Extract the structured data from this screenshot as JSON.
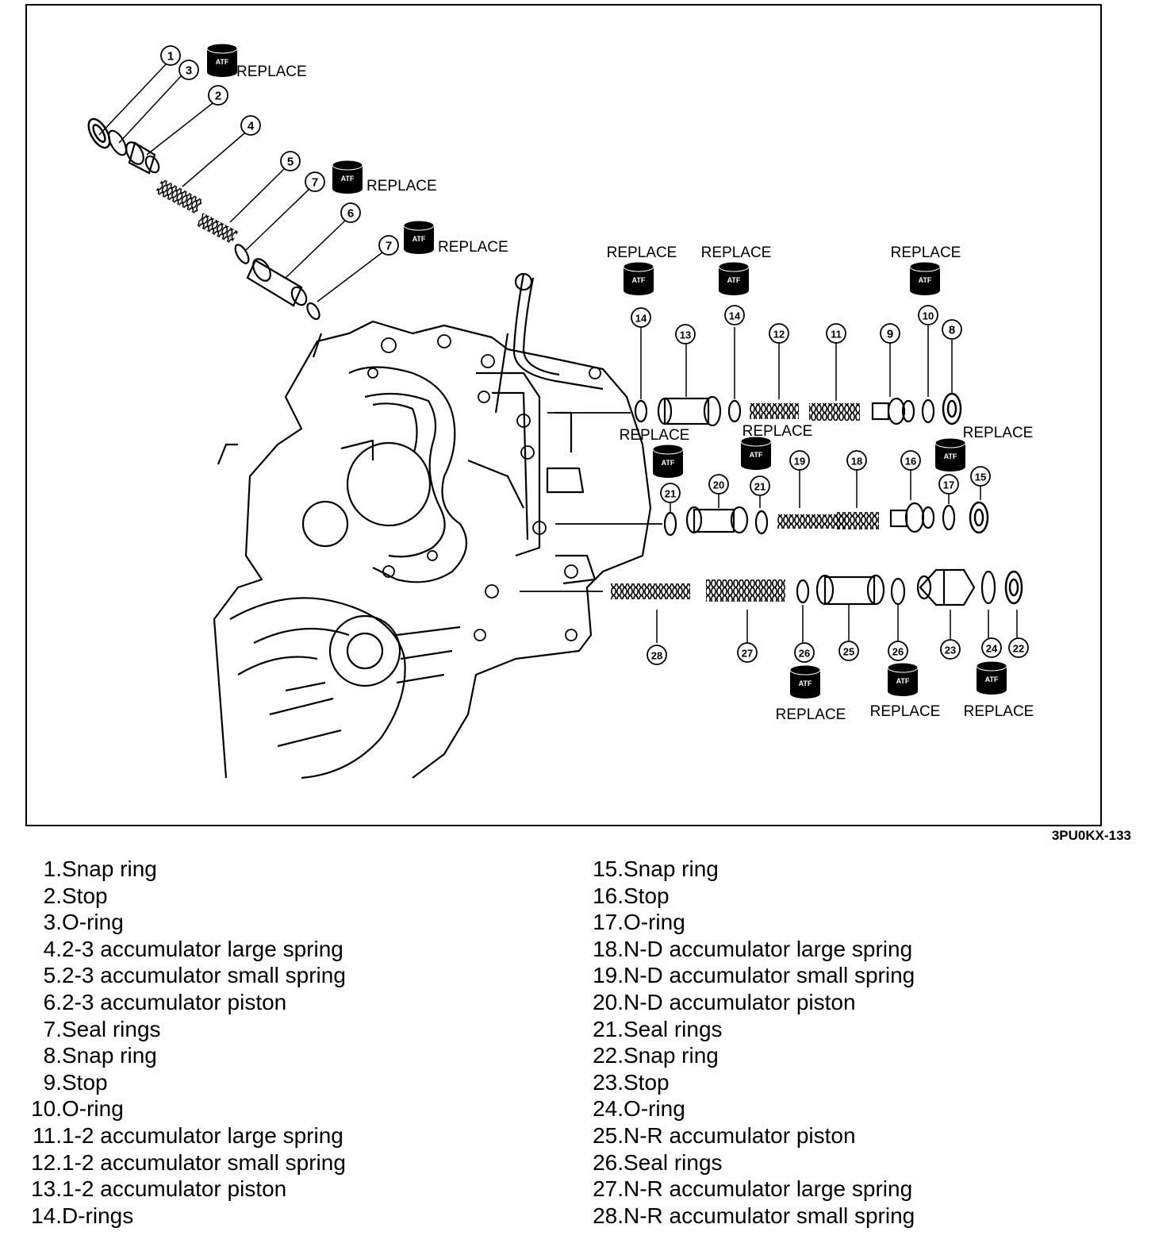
{
  "diagram": {
    "figure_code": "3PU0KX-133",
    "replace_label": "REPLACE",
    "atf_label": "ATF",
    "callouts": [
      "1",
      "2",
      "3",
      "4",
      "5",
      "6",
      "7",
      "8",
      "9",
      "10",
      "11",
      "12",
      "13",
      "14",
      "15",
      "16",
      "17",
      "18",
      "19",
      "20",
      "21",
      "22",
      "23",
      "24",
      "25",
      "26",
      "27",
      "28"
    ]
  },
  "legend": {
    "left": [
      {
        "num": "1.",
        "text": "Snap ring"
      },
      {
        "num": "2.",
        "text": "Stop"
      },
      {
        "num": "3.",
        "text": "O-ring"
      },
      {
        "num": "4.",
        "text": "2-3 accumulator large spring"
      },
      {
        "num": "5.",
        "text": "2-3 accumulator small spring"
      },
      {
        "num": "6.",
        "text": "2-3 accumulator piston"
      },
      {
        "num": "7.",
        "text": "Seal rings"
      },
      {
        "num": "8.",
        "text": "Snap ring"
      },
      {
        "num": "9.",
        "text": "Stop"
      },
      {
        "num": "10.",
        "text": "O-ring"
      },
      {
        "num": "11.",
        "text": "1-2 accumulator large spring"
      },
      {
        "num": "12.",
        "text": "1-2 accumulator small spring"
      },
      {
        "num": "13.",
        "text": "1-2 accumulator piston"
      },
      {
        "num": "14.",
        "text": "D-rings"
      }
    ],
    "right": [
      {
        "num": "15.",
        "text": "Snap ring"
      },
      {
        "num": "16.",
        "text": "Stop"
      },
      {
        "num": "17.",
        "text": "O-ring"
      },
      {
        "num": "18.",
        "text": "N-D accumulator large spring"
      },
      {
        "num": "19.",
        "text": "N-D accumulator small spring"
      },
      {
        "num": "20.",
        "text": "N-D accumulator piston"
      },
      {
        "num": "21.",
        "text": "Seal rings"
      },
      {
        "num": "22.",
        "text": "Snap ring"
      },
      {
        "num": "23.",
        "text": "Stop"
      },
      {
        "num": "24.",
        "text": "O-ring"
      },
      {
        "num": "25.",
        "text": "N-R accumulator piston"
      },
      {
        "num": "26.",
        "text": "Seal rings"
      },
      {
        "num": "27.",
        "text": "N-R accumulator large spring"
      },
      {
        "num": "28.",
        "text": "N-R accumulator small spring"
      }
    ]
  }
}
